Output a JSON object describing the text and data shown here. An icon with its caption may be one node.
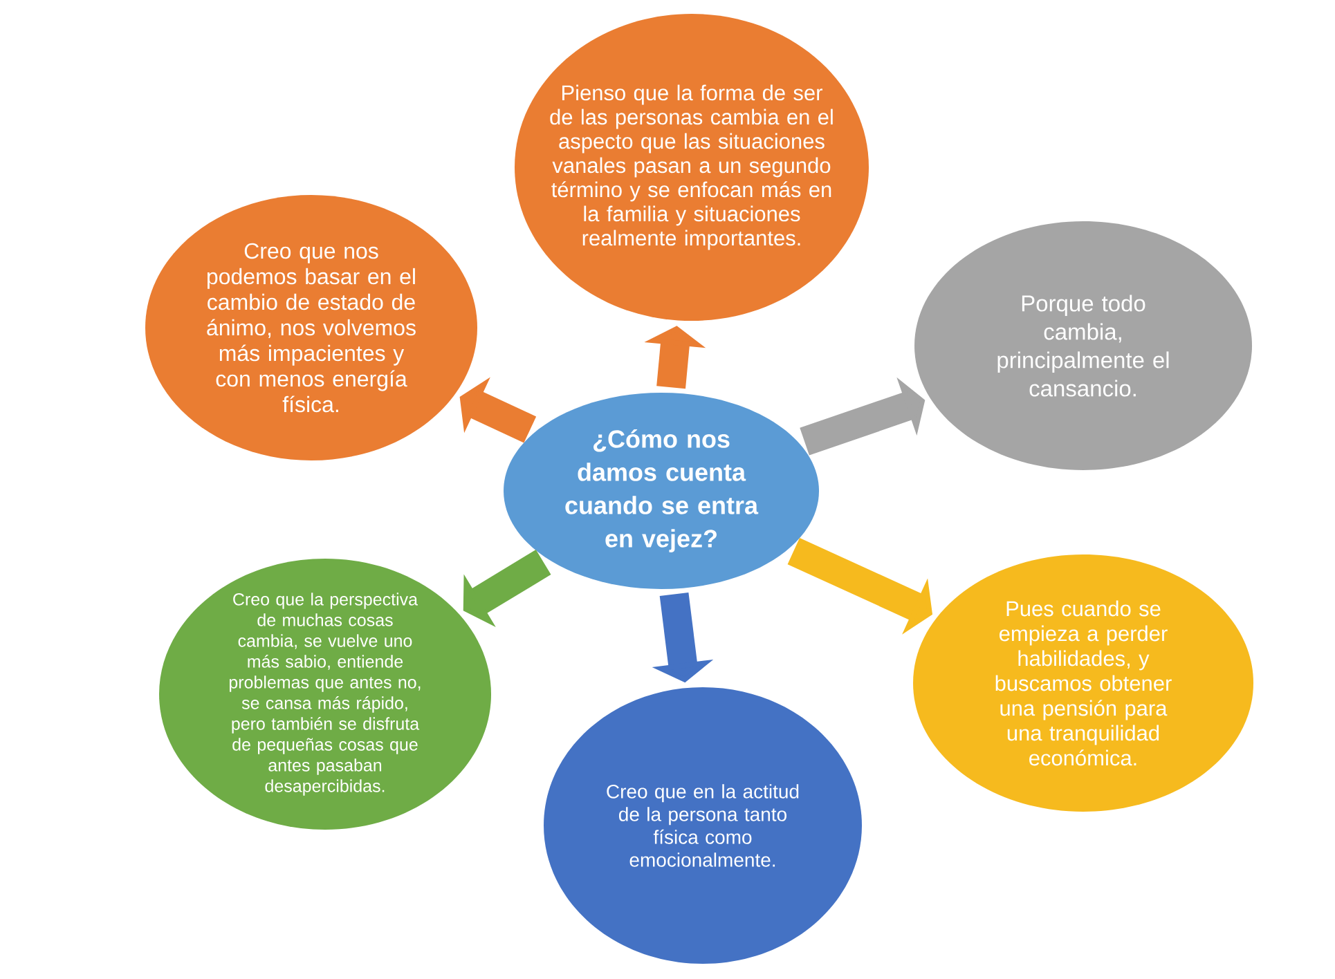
{
  "diagram": {
    "nodes": [
      {
        "text": [
          "¿Cómo nos damos cuenta cuando se entra en vejez?"
        ]
      },
      {
        "text": [
          "Pienso que la forma de ser de las personas cambia en el aspecto que las situaciones vanales pasan a un segundo término y se enfocan más en la familia y situaciones realmente importantes."
        ]
      },
      {
        "text": [
          "Creo que nos podemos basar en el cambio de estado de ánimo, nos volvemos más impacientes y con menos energía física."
        ]
      },
      {
        "text": [
          "Porque todo cambia, principalmente el cansancio."
        ]
      },
      {
        "text": [
          "Creo que la perspectiva de muchas cosas cambia, se vuelve uno más sabio, entiende problemas que antes no, se cansa más rápido, pero también se disfruta de pequeñas cosas que antes pasaban desapercibidas."
        ]
      },
      {
        "text": [
          "Pues cuando se empieza a perder habilidades, y buscamos obtener una pensión para una tranquilidad económica."
        ]
      },
      {
        "text": [
          "Creo que en la actitud de la persona tanto física como emocionalmente."
        ]
      }
    ],
    "edges": [
      {
        "from": 0,
        "to": 1,
        "arrow": "to",
        "color": "#ea7d32"
      },
      {
        "from": 0,
        "to": 2,
        "arrow": "to",
        "color": "#ea7d32"
      },
      {
        "from": 0,
        "to": 3,
        "arrow": "to",
        "color": "#a5a5a5"
      },
      {
        "from": 0,
        "to": 4,
        "arrow": "to",
        "color": "#6fac46"
      },
      {
        "from": 0,
        "to": 5,
        "arrow": "to",
        "color": "#f6ba1e"
      },
      {
        "from": 0,
        "to": 6,
        "arrow": "to",
        "color": "#4472c4"
      }
    ]
  }
}
